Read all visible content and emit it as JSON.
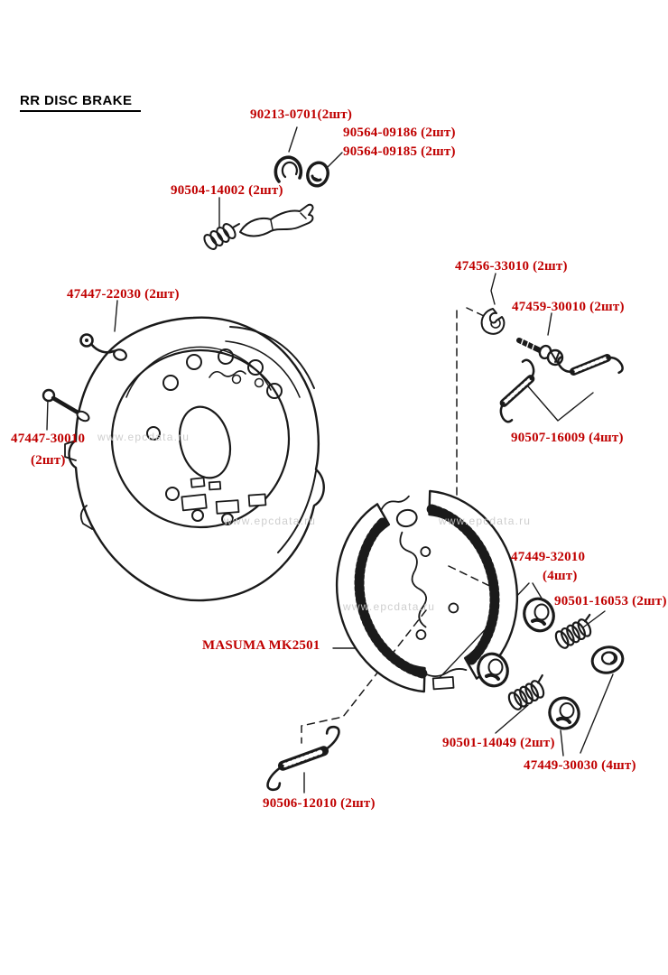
{
  "title": {
    "text": "RR DISC BRAKE"
  },
  "colors": {
    "label_red": "#c00000",
    "line_black": "#1a1a1a",
    "watermark_gray": "#c9c9c9"
  },
  "watermark": {
    "text": "www.epcdata.ru"
  },
  "labels": [
    {
      "id": "90213-0701",
      "text": "90213-0701(2шт)"
    },
    {
      "id": "90564-09186",
      "text": "90564-09186 (2шт)"
    },
    {
      "id": "90564-09185",
      "text": "90564-09185 (2шт)"
    },
    {
      "id": "90504-14002",
      "text": "90504-14002 (2шт)"
    },
    {
      "id": "47456-33010",
      "text": "47456-33010 (2шт)"
    },
    {
      "id": "47459-30010",
      "text": "47459-30010 (2шт)"
    },
    {
      "id": "47447-22030",
      "text": "47447-22030 (2шт)"
    },
    {
      "id": "47447-30010",
      "text": "47447-30010"
    },
    {
      "id": "47447-30010-qty",
      "text": "(2шт)"
    },
    {
      "id": "90507-16009",
      "text": "90507-16009 (4шт)"
    },
    {
      "id": "47449-32010",
      "text": "47449-32010"
    },
    {
      "id": "47449-32010-qty",
      "text": "(4шт)"
    },
    {
      "id": "90501-16053",
      "text": "90501-16053 (2шт)"
    },
    {
      "id": "masuma",
      "text": "MASUMA MK2501"
    },
    {
      "id": "90501-14049",
      "text": "90501-14049 (2шт)"
    },
    {
      "id": "47449-30030",
      "text": "47449-30030 (4шт)"
    },
    {
      "id": "90506-12010",
      "text": "90506-12010 (2шт)"
    }
  ],
  "watermarks": [
    {
      "text": "www.epcdata.ru"
    },
    {
      "text": "www.epcdata.ru"
    },
    {
      "text": "www.epcdata.ru"
    },
    {
      "text": "www.epcdata.ru"
    }
  ]
}
